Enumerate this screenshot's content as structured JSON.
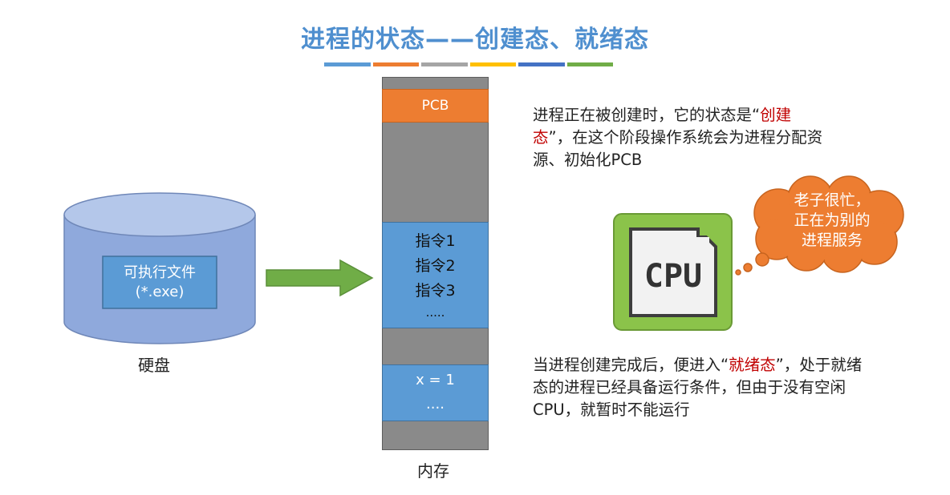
{
  "title": "进程的状态——创建态、就绪态",
  "title_bar_colors": [
    "#5b9bd5",
    "#ed7d31",
    "#a5a5a5",
    "#ffc000",
    "#4472c4",
    "#70ad47"
  ],
  "disk": {
    "file_name": "可执行文件",
    "file_ext": "(*.exe)",
    "label": "硬盘"
  },
  "memory": {
    "pcb": "PCB",
    "instructions": [
      "指令1",
      "指令2",
      "指令3",
      "....."
    ],
    "data": [
      "x = 1",
      "...."
    ],
    "label": "内存"
  },
  "cpu": {
    "chip_text": "CPU",
    "bubble_lines": [
      "老子很忙，",
      "正在为别的",
      "进程服务"
    ]
  },
  "desc_create": {
    "pre": "进程正在被创建时，它的状态是“",
    "highlight": "创建态",
    "post": "”，在这个阶段操作系统会为进程分配资源、初始化PCB"
  },
  "desc_ready": {
    "pre": "当进程创建完成后，便进入“",
    "highlight": "就绪态",
    "post": "”，处于就绪态的进程已经具备运行条件，但由于没有空闲CPU，就暂时不能运行"
  },
  "colors": {
    "title": "#4f8fcf",
    "highlight": "#c00000",
    "disk": "#8fa9dc",
    "arrow": "#70ad47",
    "pcb": "#ed7d31",
    "memory_block": "#5b9bd5",
    "bubble": "#ed7d31"
  }
}
